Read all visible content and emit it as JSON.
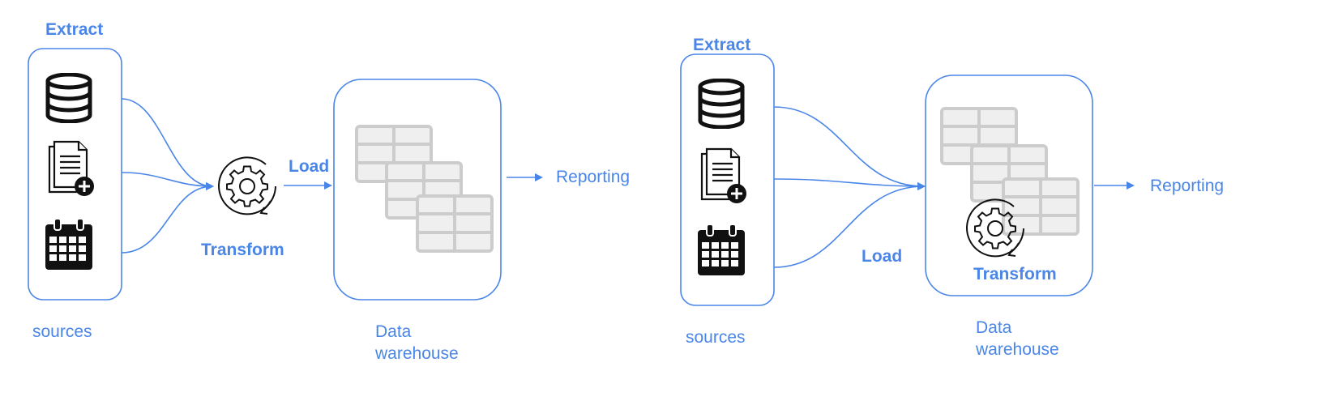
{
  "colors": {
    "accent": "#4a86e8",
    "table_gray": "#cccccc",
    "icon": "#111111"
  },
  "left": {
    "extract_label": "Extract",
    "transform_label": "Transform",
    "load_label": "Load",
    "reporting_label": "Reporting",
    "sources_label": "sources",
    "warehouse_label_line1": "Data",
    "warehouse_label_line2": "warehouse"
  },
  "right": {
    "extract_label": "Extract",
    "transform_label": "Transform",
    "load_label": "Load",
    "reporting_label": "Reporting",
    "sources_label": "sources",
    "warehouse_label_line1": "Data",
    "warehouse_label_line2": "warehouse"
  },
  "icons": [
    "database-icon",
    "document-add-icon",
    "calendar-icon",
    "gear-cycle-icon",
    "table-icon"
  ]
}
